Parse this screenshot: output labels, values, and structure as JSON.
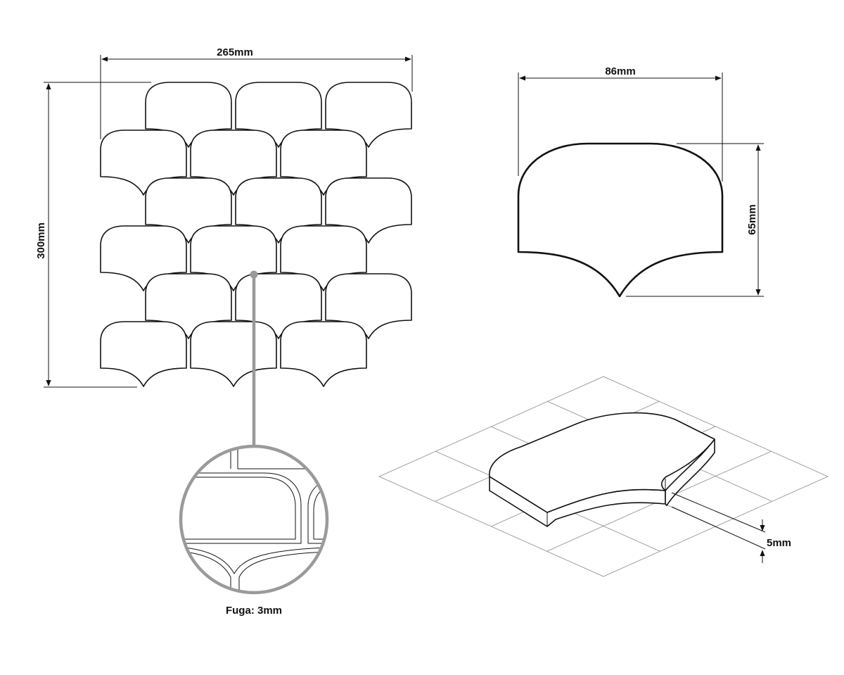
{
  "dimensions": {
    "sheet_width": "265mm",
    "sheet_height": "300mm",
    "tile_width": "86mm",
    "tile_height": "65mm",
    "tile_thickness": "5mm"
  },
  "detail": {
    "label": "Fuga: 3mm"
  },
  "colors": {
    "line": "#111111",
    "magnifier": "#9a9a9a",
    "grid": "#8a8a8a"
  }
}
